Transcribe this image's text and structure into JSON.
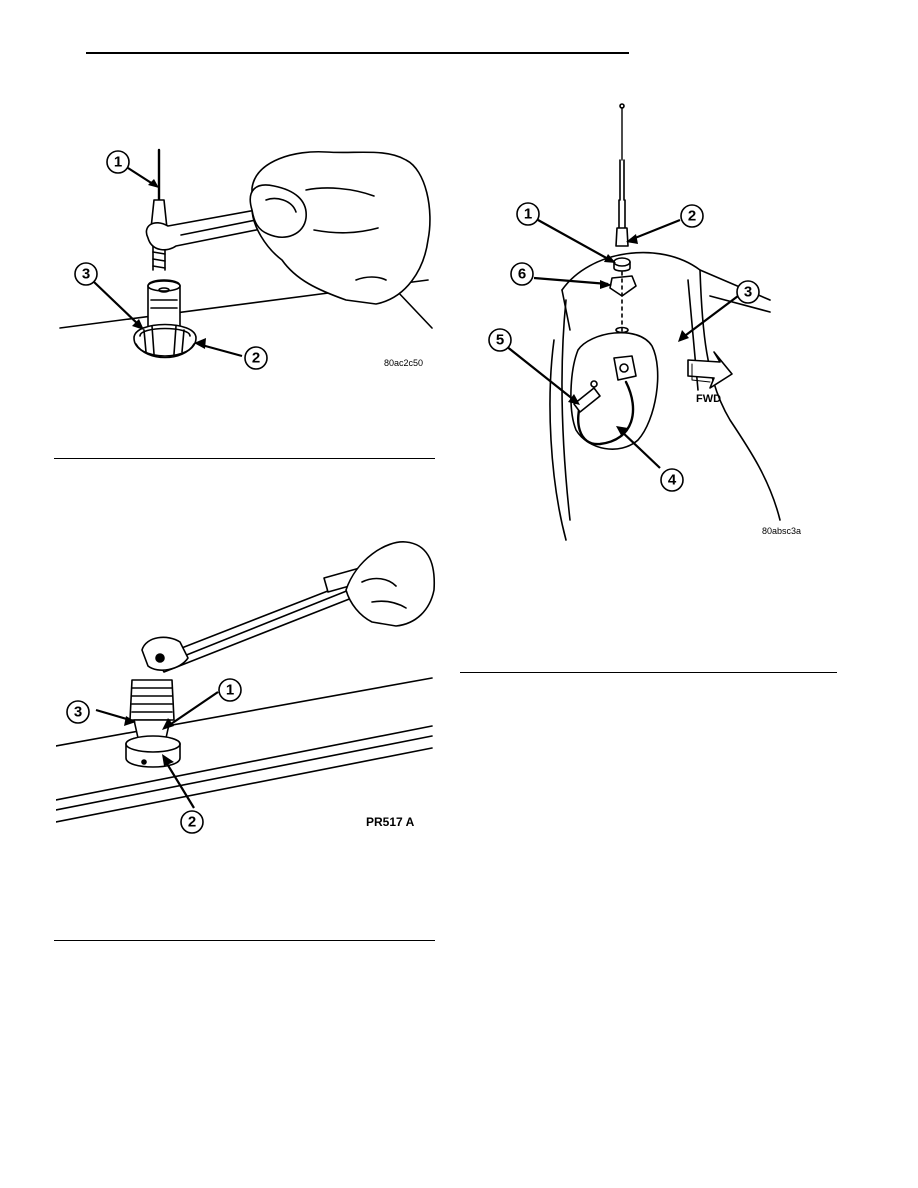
{
  "figures": [
    {
      "code": "80ac2c50",
      "callouts": [
        "1",
        "2",
        "3"
      ]
    },
    {
      "code": "PR517 A",
      "callouts": [
        "1",
        "2",
        "3"
      ]
    },
    {
      "code": "80absc3a",
      "direction_label": "FWD",
      "callouts": [
        "1",
        "2",
        "3",
        "4",
        "5",
        "6"
      ]
    }
  ]
}
